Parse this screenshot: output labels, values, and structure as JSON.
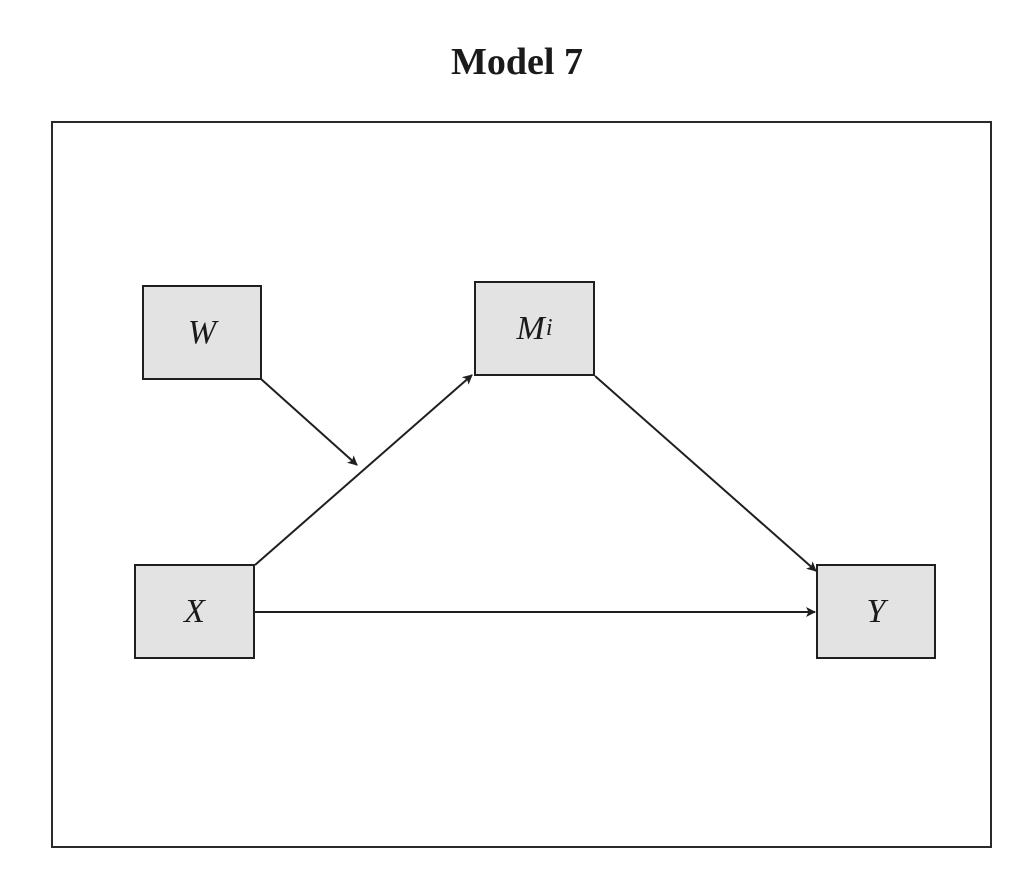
{
  "title": "Model 7",
  "nodes": {
    "w": {
      "label": "W"
    },
    "m": {
      "label": "M",
      "subscript": "i"
    },
    "x": {
      "label": "X"
    },
    "y": {
      "label": "Y"
    }
  },
  "edges": [
    {
      "from": "W",
      "to": "X→M path",
      "kind": "moderation"
    },
    {
      "from": "X",
      "to": "M"
    },
    {
      "from": "M",
      "to": "Y"
    },
    {
      "from": "X",
      "to": "Y"
    }
  ],
  "colors": {
    "node_fill": "#e3e3e3",
    "stroke": "#1f1f1f"
  }
}
